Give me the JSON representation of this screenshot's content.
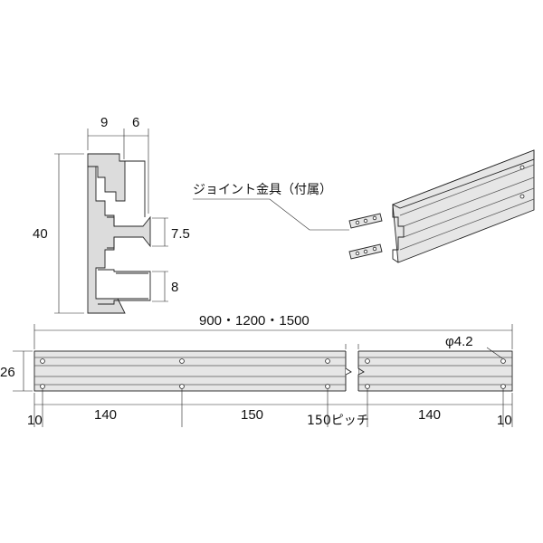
{
  "labels": {
    "width_left": "9",
    "width_right": "6",
    "height_total": "40",
    "slot_height_upper": "7.5",
    "slot_height_lower": "8",
    "joint_fitting": "ジョイント金具（付属）",
    "length": "900・1200・1500",
    "hole_diameter": "φ4.2",
    "rail_height": "26",
    "pitch_end_left": "10",
    "pitch_left": "140",
    "pitch_mid": "150",
    "pitch_note": "150ピッチ",
    "pitch_right": "140",
    "pitch_end_right": "10"
  },
  "colors": {
    "line": "#222222",
    "rail_fill": "#e6e6e6"
  }
}
